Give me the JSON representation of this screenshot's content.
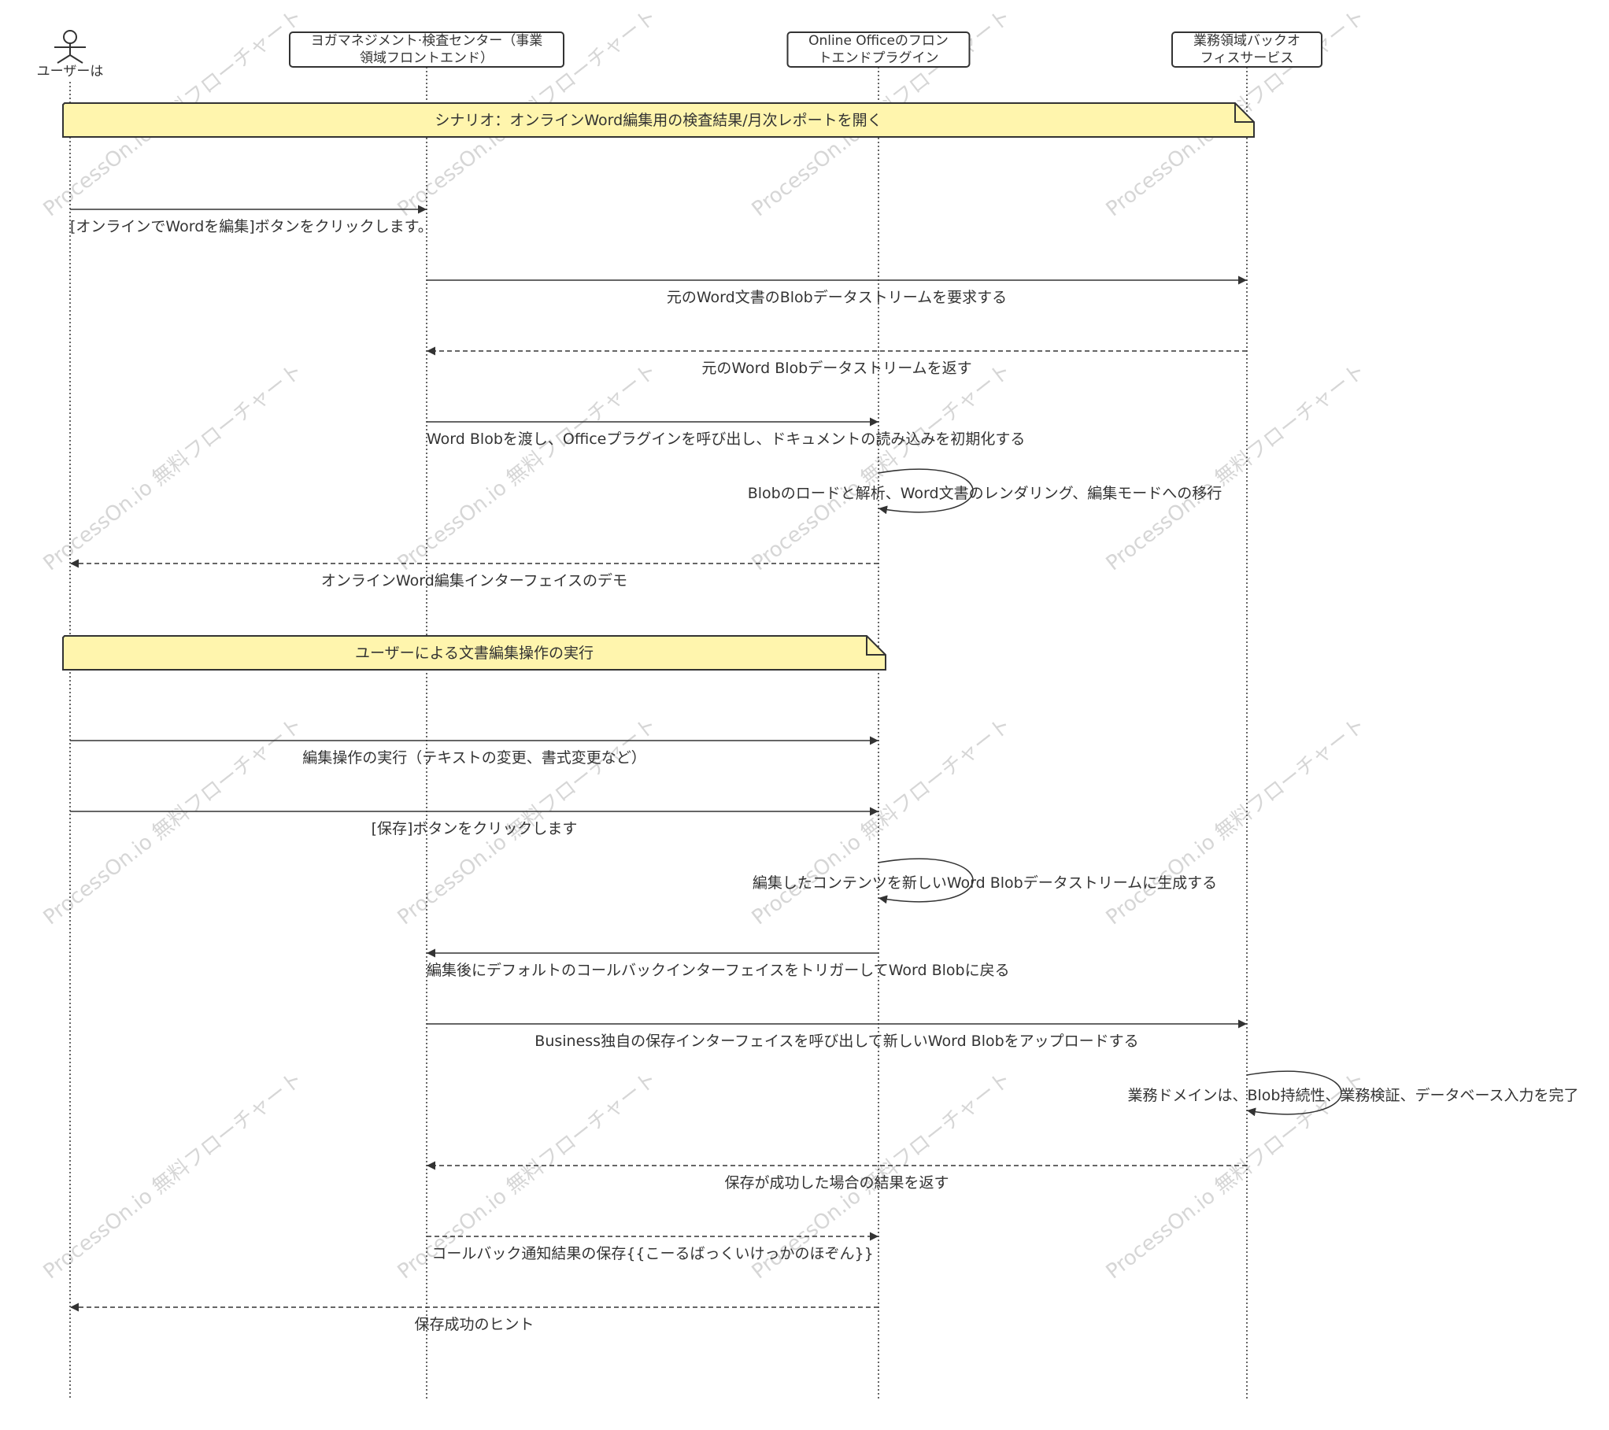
{
  "participants": [
    {
      "id": "user",
      "kind": "actor",
      "lines": [
        "ユーザーは"
      ]
    },
    {
      "id": "frontend",
      "kind": "box",
      "lines": [
        "ヨガマネジメント·検査センター（事業",
        "領域フロントエンド）"
      ]
    },
    {
      "id": "plugin",
      "kind": "box",
      "lines": [
        "Online Officeのフロン",
        "トエンドプラグイン"
      ]
    },
    {
      "id": "backend",
      "kind": "box",
      "lines": [
        "業務領域バックオ",
        "フィスサービス"
      ]
    }
  ],
  "steps": [
    {
      "type": "note",
      "from": "user",
      "to": "backend",
      "text": "シナリオ：オンラインWord編集用の検査結果/月次レポートを開く"
    },
    {
      "type": "message",
      "from": "user",
      "to": "frontend",
      "style": "solid",
      "text": "[オンラインでWordを編集]ボタンをクリックします。"
    },
    {
      "type": "message",
      "from": "frontend",
      "to": "backend",
      "style": "solid",
      "text": "元のWord文書のBlobデータストリームを要求する"
    },
    {
      "type": "message",
      "from": "backend",
      "to": "frontend",
      "style": "dashed",
      "text": "元のWord Blobデータストリームを返す"
    },
    {
      "type": "message",
      "from": "frontend",
      "to": "plugin",
      "style": "solid",
      "text": "Word Blobを渡し、Officeプラグインを呼び出し、ドキュメントの読み込みを初期化する"
    },
    {
      "type": "self",
      "from": "plugin",
      "to": "plugin",
      "style": "solid",
      "text": "Blobのロードと解析、Word文書のレンダリング、編集モードへの移行"
    },
    {
      "type": "message",
      "from": "plugin",
      "to": "user",
      "style": "dashed",
      "text": "オンラインWord編集インターフェイスのデモ"
    },
    {
      "type": "note",
      "from": "user",
      "to": "plugin",
      "text": "ユーザーによる文書編集操作の実行"
    },
    {
      "type": "message",
      "from": "user",
      "to": "plugin",
      "style": "solid",
      "text": "編集操作の実行（テキストの変更、書式変更など）"
    },
    {
      "type": "message",
      "from": "user",
      "to": "plugin",
      "style": "solid",
      "text": "[保存]ボタンをクリックします"
    },
    {
      "type": "self",
      "from": "plugin",
      "to": "plugin",
      "style": "solid",
      "text": "編集したコンテンツを新しいWord Blobデータストリームに生成する"
    },
    {
      "type": "message",
      "from": "plugin",
      "to": "frontend",
      "style": "solid",
      "text": "編集後にデフォルトのコールバックインターフェイスをトリガーしてWord Blobに戻る"
    },
    {
      "type": "message",
      "from": "frontend",
      "to": "backend",
      "style": "solid",
      "text": "Business独自の保存インターフェイスを呼び出して新しいWord Blobをアップロードする"
    },
    {
      "type": "self",
      "from": "backend",
      "to": "backend",
      "style": "solid",
      "text": "業務ドメインは、Blob持続性、業務検証、データベース入力を完了"
    },
    {
      "type": "message",
      "from": "backend",
      "to": "frontend",
      "style": "dashed",
      "text": "保存が成功した場合の結果を返す"
    },
    {
      "type": "message",
      "from": "frontend",
      "to": "plugin",
      "style": "dashed",
      "text": "コールバック通知結果の保存{{こーるばっくいけっかのほぞん}}"
    },
    {
      "type": "message",
      "from": "plugin",
      "to": "user",
      "style": "dashed",
      "text": "保存成功のヒント"
    }
  ],
  "watermark": "ProcessOn.io 無料フローチャート",
  "colors": {
    "line": "#333333",
    "text": "#333333",
    "note_fill": "#fff5ad",
    "note_stroke": "#333333",
    "box_fill": "#ffffff",
    "watermark": "#d6d6d6"
  }
}
